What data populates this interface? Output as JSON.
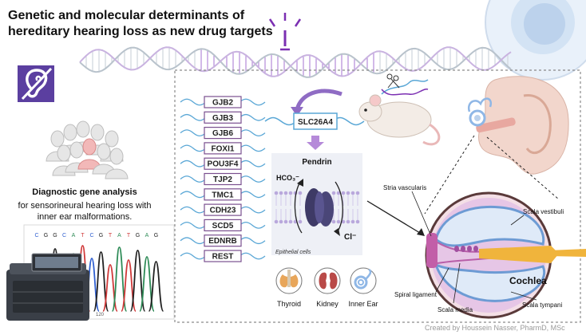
{
  "title": {
    "line1": "Genetic and molecular determinants of",
    "line2": "hereditary hearing loss as new drug targets"
  },
  "left_panel": {
    "heading": "Diagnostic gene analysis",
    "line1": "for sensorineural hearing loss with",
    "line2": "inner ear malformations.",
    "sequence": [
      "C",
      "G",
      "G",
      "C",
      "A",
      "T",
      "C",
      "G",
      "T",
      "A",
      "T",
      "G",
      "A",
      "G"
    ],
    "trace_label": "120"
  },
  "genes": [
    "GJB2",
    "GJB3",
    "GJB6",
    "FOXI1",
    "POU3F4",
    "TJP2",
    "TMC1",
    "CDH23",
    "SCD5",
    "EDNRB",
    "REST"
  ],
  "mouse_model": {
    "gene": "SLC26A4"
  },
  "pendrin": {
    "title": "Pendrin",
    "ion_in": "HCO₃⁻",
    "ion_out": "Cl⁻",
    "membrane_label": "Epithelial cells"
  },
  "organs": [
    {
      "label": "Thyroid",
      "icon": "thyroid-icon"
    },
    {
      "label": "Kidney",
      "icon": "kidney-icon"
    },
    {
      "label": "Inner Ear",
      "icon": "inner-ear-icon"
    }
  ],
  "cochlea": {
    "title": "Cochlea",
    "labels": {
      "stria": "Stria vascularis",
      "vestibuli": "Scala vestibuli",
      "spiral": "Spiral ligament",
      "media": "Scala media",
      "tympani": "Scala tympani"
    }
  },
  "credit": "Created by Houssein Nasser, PharmD, MSc",
  "colors": {
    "purple": "#7b2fb2",
    "gene_border": "#7a4f8f",
    "dna_blue": "#5aa7d6",
    "dna_purple": "#b58ad9",
    "icon_bg": "#5b3fa0",
    "cochlea_yellow": "#f0b43c",
    "cochlea_blue": "#8fb7e6",
    "cochlea_pink": "#e6c6e6"
  }
}
